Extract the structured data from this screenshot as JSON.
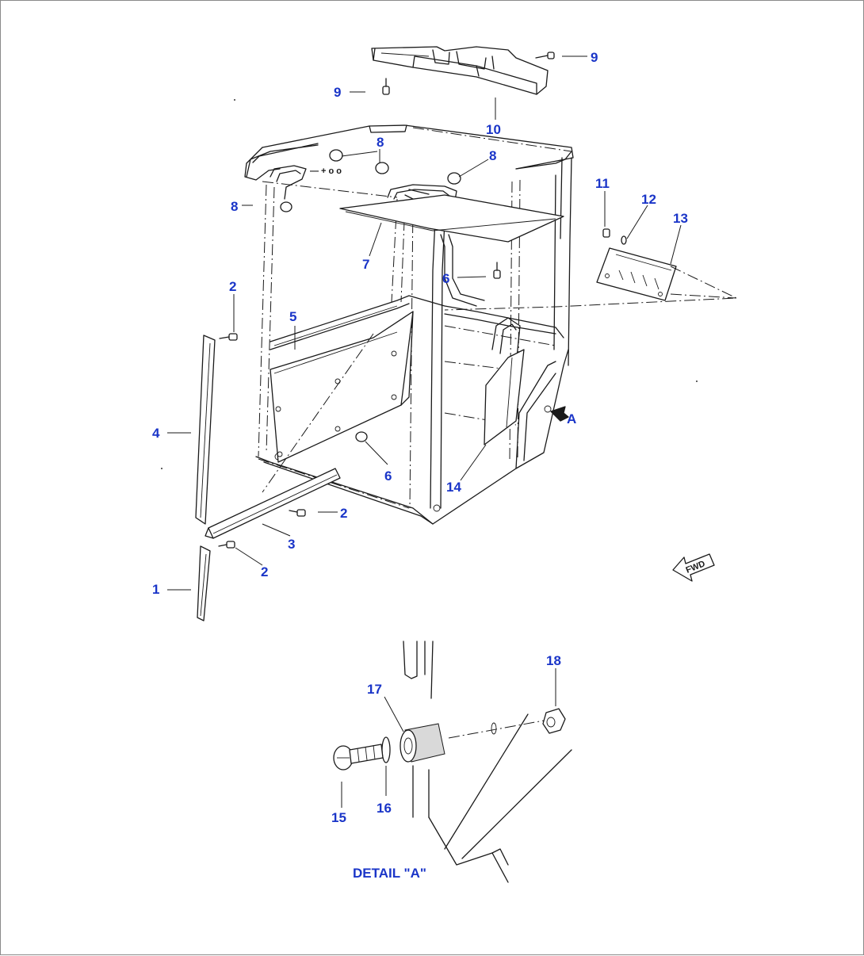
{
  "callouts": {
    "c1": "1",
    "c2a": "2",
    "c2b": "2",
    "c2c": "2",
    "c3": "3",
    "c4": "4",
    "c5": "5",
    "c6a": "6",
    "c6b": "6",
    "c7": "7",
    "c8a": "8",
    "c8b": "8",
    "c8c": "8",
    "c9a": "9",
    "c9b": "9",
    "c10": "10",
    "c11": "11",
    "c12": "12",
    "c13": "13",
    "c14": "14",
    "c15": "15",
    "c16": "16",
    "c17": "17",
    "c18": "18",
    "cA": "A"
  },
  "fwd_arrow_text": "FWD",
  "detail_caption": "DETAIL \"A\""
}
